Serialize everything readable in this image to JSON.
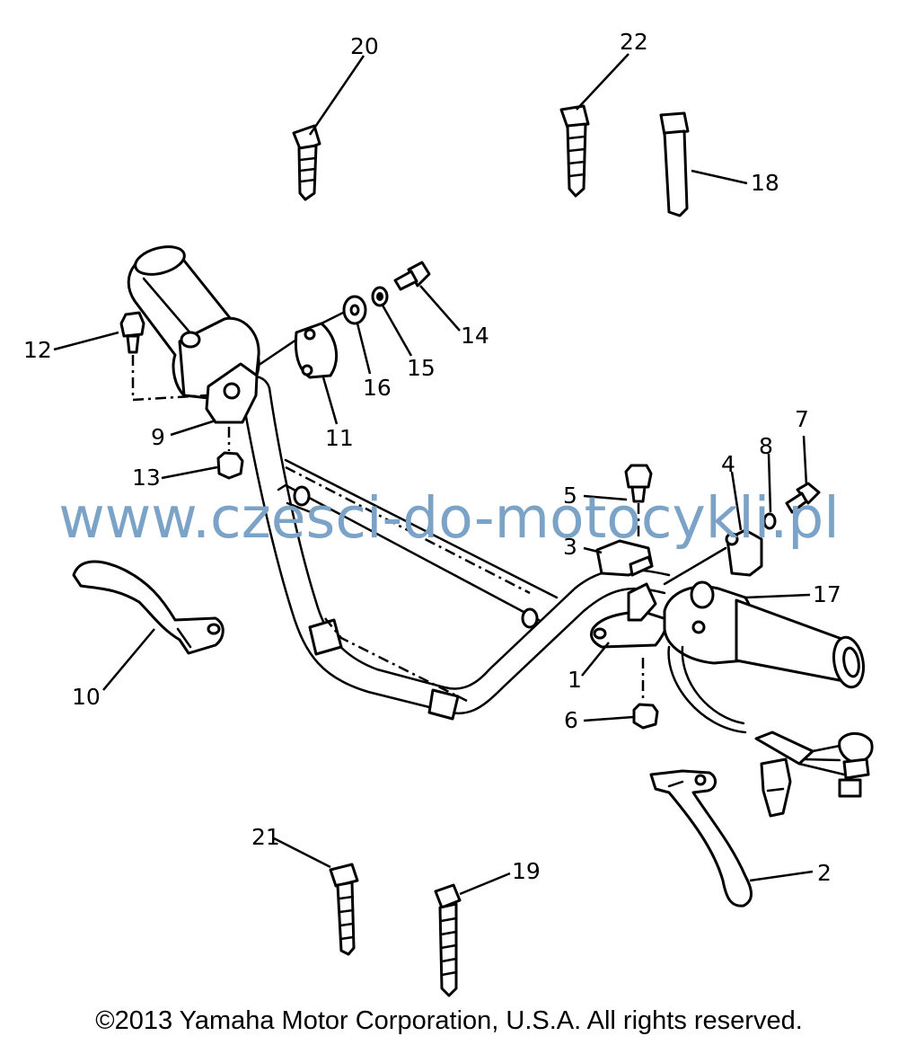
{
  "diagram": {
    "callouts": {
      "c1": "1",
      "c2": "2",
      "c3": "3",
      "c4": "4",
      "c5": "5",
      "c6": "6",
      "c7": "7",
      "c8": "8",
      "c9": "9",
      "c10": "10",
      "c11": "11",
      "c12": "12",
      "c13": "13",
      "c14": "14",
      "c15": "15",
      "c16": "16",
      "c17": "17",
      "c18": "18",
      "c19": "19",
      "c20": "20",
      "c21": "21",
      "c22": "22"
    }
  },
  "watermark": "www.czesci-do-motocykli.pl",
  "copyright": "©2013 Yamaha Motor Corporation, U.S.A. All rights reserved.",
  "colors": {
    "watermark": "#7aa3c7",
    "ink": "#000000",
    "background": "#ffffff"
  }
}
